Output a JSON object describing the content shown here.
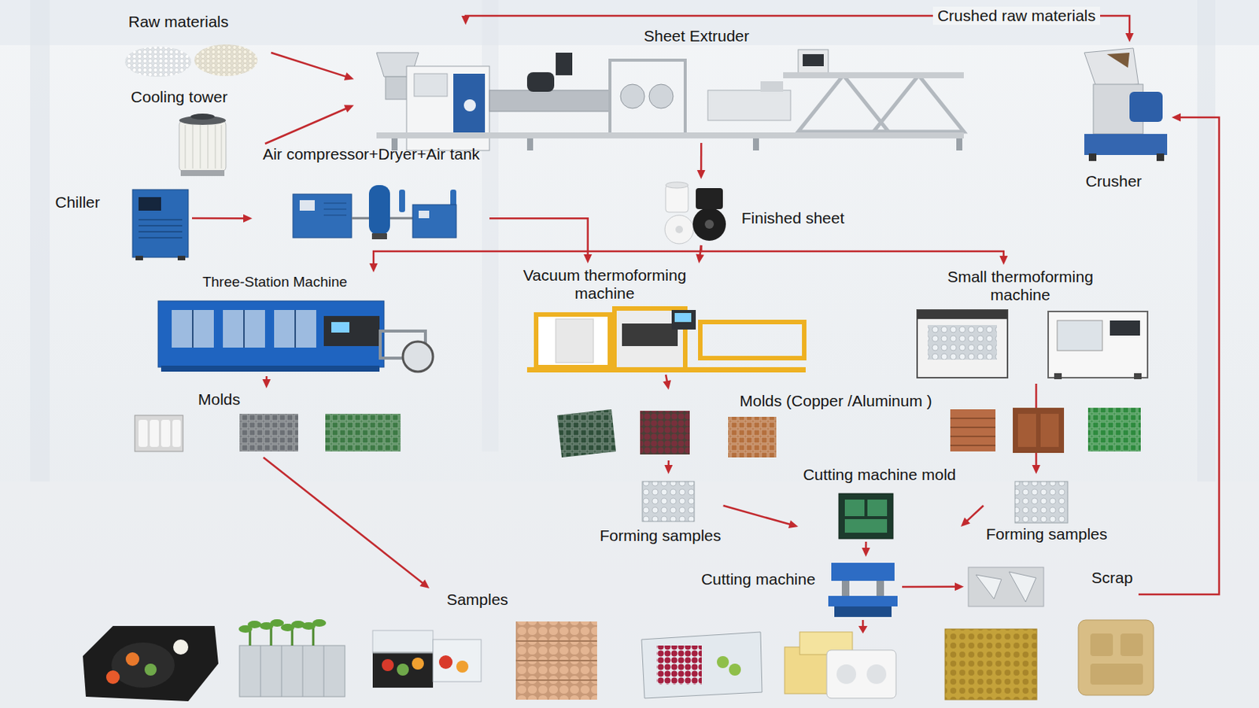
{
  "diagram": {
    "nodes": [
      {
        "text": [
          "Raw materials"
        ]
      },
      {
        "text": [
          "Cooling tower"
        ]
      },
      {
        "text": [
          "Sheet Extruder"
        ]
      },
      {
        "text": [
          "Air compressor+Dryer+Air tank"
        ]
      },
      {
        "text": [
          "Crusher"
        ]
      },
      {
        "text": [
          "Chiller"
        ]
      },
      {
        "text": [
          "Finished sheet"
        ]
      },
      {
        "text": [
          "Three-Station Machine"
        ]
      },
      {
        "text": [
          "Vacuum thermoforming machine"
        ]
      },
      {
        "text": [
          "Small thermoforming machine"
        ]
      },
      {
        "text": [
          "Molds"
        ]
      },
      {
        "text": [
          "Molds (Copper /Aluminum )"
        ]
      },
      {
        "text": [
          "Forming samples"
        ]
      },
      {
        "text": [
          "Forming samples"
        ]
      },
      {
        "text": [
          "Cutting machine mold"
        ]
      },
      {
        "text": [
          "Cutting machine"
        ]
      },
      {
        "text": [
          "Scrap"
        ]
      },
      {
        "text": [
          "Samples"
        ]
      }
    ],
    "edges": [
      {
        "from": 0,
        "to": 2,
        "arrow": "to"
      },
      {
        "from": 3,
        "to": 2,
        "arrow": "to"
      },
      {
        "from": 4,
        "to": 2,
        "arrow": "both",
        "label": "Crushed raw materials"
      },
      {
        "from": 2,
        "to": 6,
        "arrow": "to"
      },
      {
        "from": 5,
        "to": 3,
        "arrow": "to"
      },
      {
        "from": 3,
        "to": 8,
        "arrow": "to"
      },
      {
        "from": 6,
        "to": 7,
        "arrow": "to"
      },
      {
        "from": 6,
        "to": 8,
        "arrow": "to"
      },
      {
        "from": 6,
        "to": 9,
        "arrow": "to"
      },
      {
        "from": 7,
        "to": 10,
        "arrow": "to"
      },
      {
        "from": 10,
        "to": 17,
        "arrow": "to"
      },
      {
        "from": 8,
        "to": 11,
        "arrow": "to"
      },
      {
        "from": 11,
        "to": 12,
        "arrow": "to"
      },
      {
        "from": 9,
        "to": 13,
        "arrow": "to"
      },
      {
        "from": 12,
        "to": 14,
        "arrow": "to"
      },
      {
        "from": 13,
        "to": 14,
        "arrow": "to"
      },
      {
        "from": 14,
        "to": 15,
        "arrow": "to"
      },
      {
        "from": 15,
        "to": 16,
        "arrow": "to"
      },
      {
        "from": 16,
        "to": 4,
        "arrow": "to"
      }
    ]
  }
}
